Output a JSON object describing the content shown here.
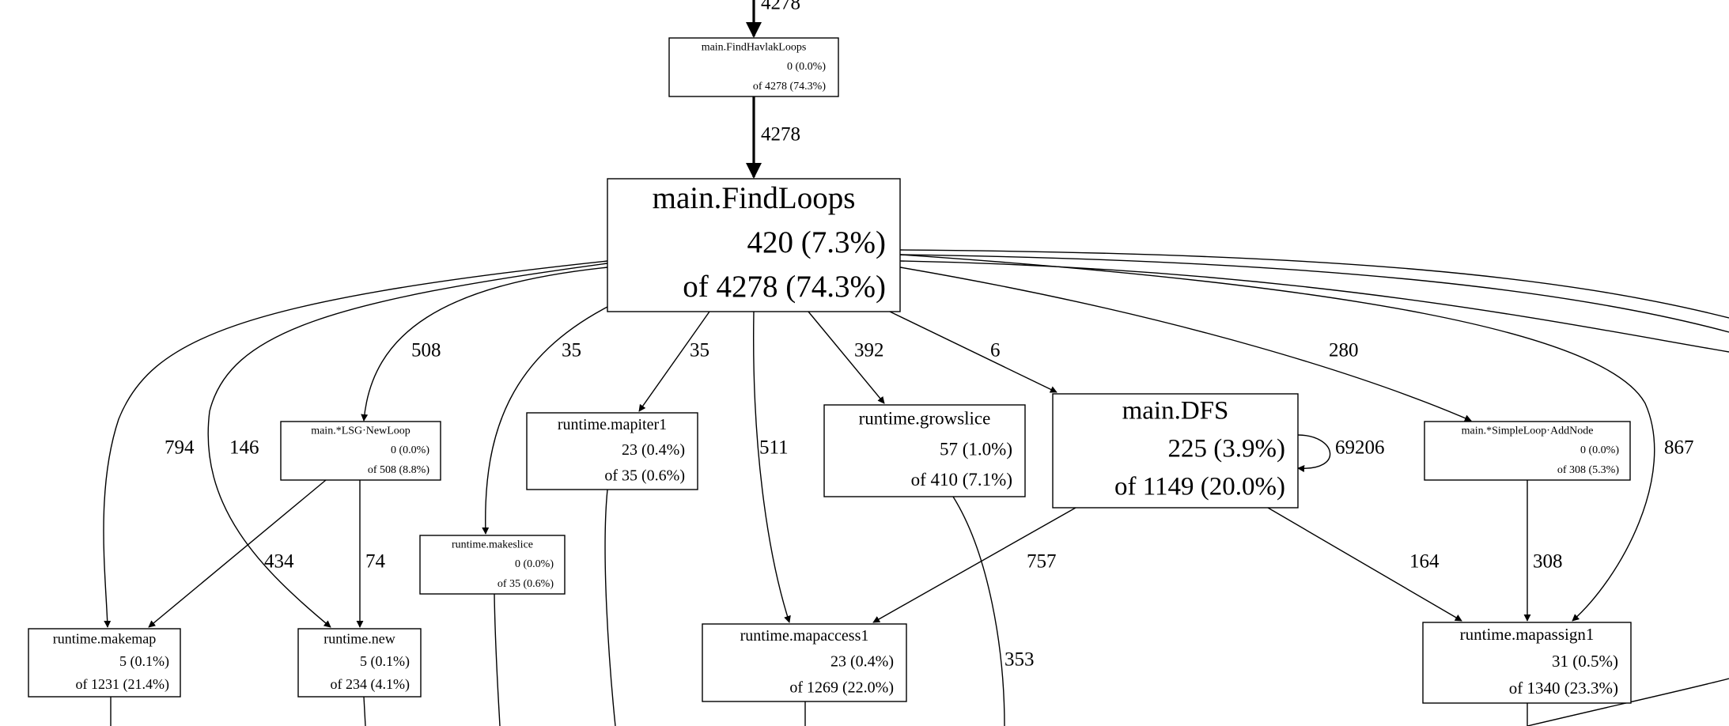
{
  "graph": {
    "nodes": [
      {
        "id": "findhavlak",
        "lines": [
          "main.FindHavlakLoops",
          "0 (0.0%)",
          "of 4278 (74.3%)"
        ]
      },
      {
        "id": "findloops",
        "lines": [
          "main.FindLoops",
          "420 (7.3%)",
          "of 4278 (74.3%)"
        ]
      },
      {
        "id": "lsgnewloop",
        "lines": [
          "main.*LSG·NewLoop",
          "0 (0.0%)",
          "of 508 (8.8%)"
        ]
      },
      {
        "id": "mapiter1",
        "lines": [
          "runtime.mapiter1",
          "23 (0.4%)",
          "of 35 (0.6%)"
        ]
      },
      {
        "id": "growslice",
        "lines": [
          "runtime.growslice",
          "57 (1.0%)",
          "of 410 (7.1%)"
        ]
      },
      {
        "id": "dfs",
        "lines": [
          "main.DFS",
          "225 (3.9%)",
          "of 1149 (20.0%)"
        ]
      },
      {
        "id": "addnode",
        "lines": [
          "main.*SimpleLoop·AddNode",
          "0 (0.0%)",
          "of 308 (5.3%)"
        ]
      },
      {
        "id": "makeslice",
        "lines": [
          "runtime.makeslice",
          "0 (0.0%)",
          "of 35 (0.6%)"
        ]
      },
      {
        "id": "makemap",
        "lines": [
          "runtime.makemap",
          "5 (0.1%)",
          "of 1231 (21.4%)"
        ]
      },
      {
        "id": "new",
        "lines": [
          "runtime.new",
          "5 (0.1%)",
          "of 234 (4.1%)"
        ]
      },
      {
        "id": "mapaccess1",
        "lines": [
          "runtime.mapaccess1",
          "23 (0.4%)",
          "of 1269 (22.0%)"
        ]
      },
      {
        "id": "mapassign1",
        "lines": [
          "runtime.mapassign1",
          "31 (0.5%)",
          "of 1340 (23.3%)"
        ]
      }
    ],
    "edges": [
      {
        "id": "in-findhavlak",
        "label": "4278"
      },
      {
        "id": "findhavlak-findloops",
        "label": "4278"
      },
      {
        "id": "findloops-lsgnewloop",
        "label": "508"
      },
      {
        "id": "findloops-makeslice",
        "label": "35"
      },
      {
        "id": "findloops-mapiter1",
        "label": "35"
      },
      {
        "id": "findloops-growslice",
        "label": "392"
      },
      {
        "id": "findloops-dfs",
        "label": "6"
      },
      {
        "id": "findloops-addnode",
        "label": "280"
      },
      {
        "id": "findloops-makemap",
        "label": "794"
      },
      {
        "id": "findloops-new",
        "label": "146"
      },
      {
        "id": "findloops-mapaccess1",
        "label": "511"
      },
      {
        "id": "findloops-mapassign1",
        "label": "867"
      },
      {
        "id": "dfs-self",
        "label": "69206"
      },
      {
        "id": "lsgnewloop-makemap",
        "label": "434"
      },
      {
        "id": "lsgnewloop-new",
        "label": "74"
      },
      {
        "id": "dfs-mapaccess1",
        "label": "757"
      },
      {
        "id": "dfs-mapassign1",
        "label": "164"
      },
      {
        "id": "addnode-mapassign1",
        "label": "308"
      },
      {
        "id": "growslice-out",
        "label": "353"
      }
    ]
  }
}
